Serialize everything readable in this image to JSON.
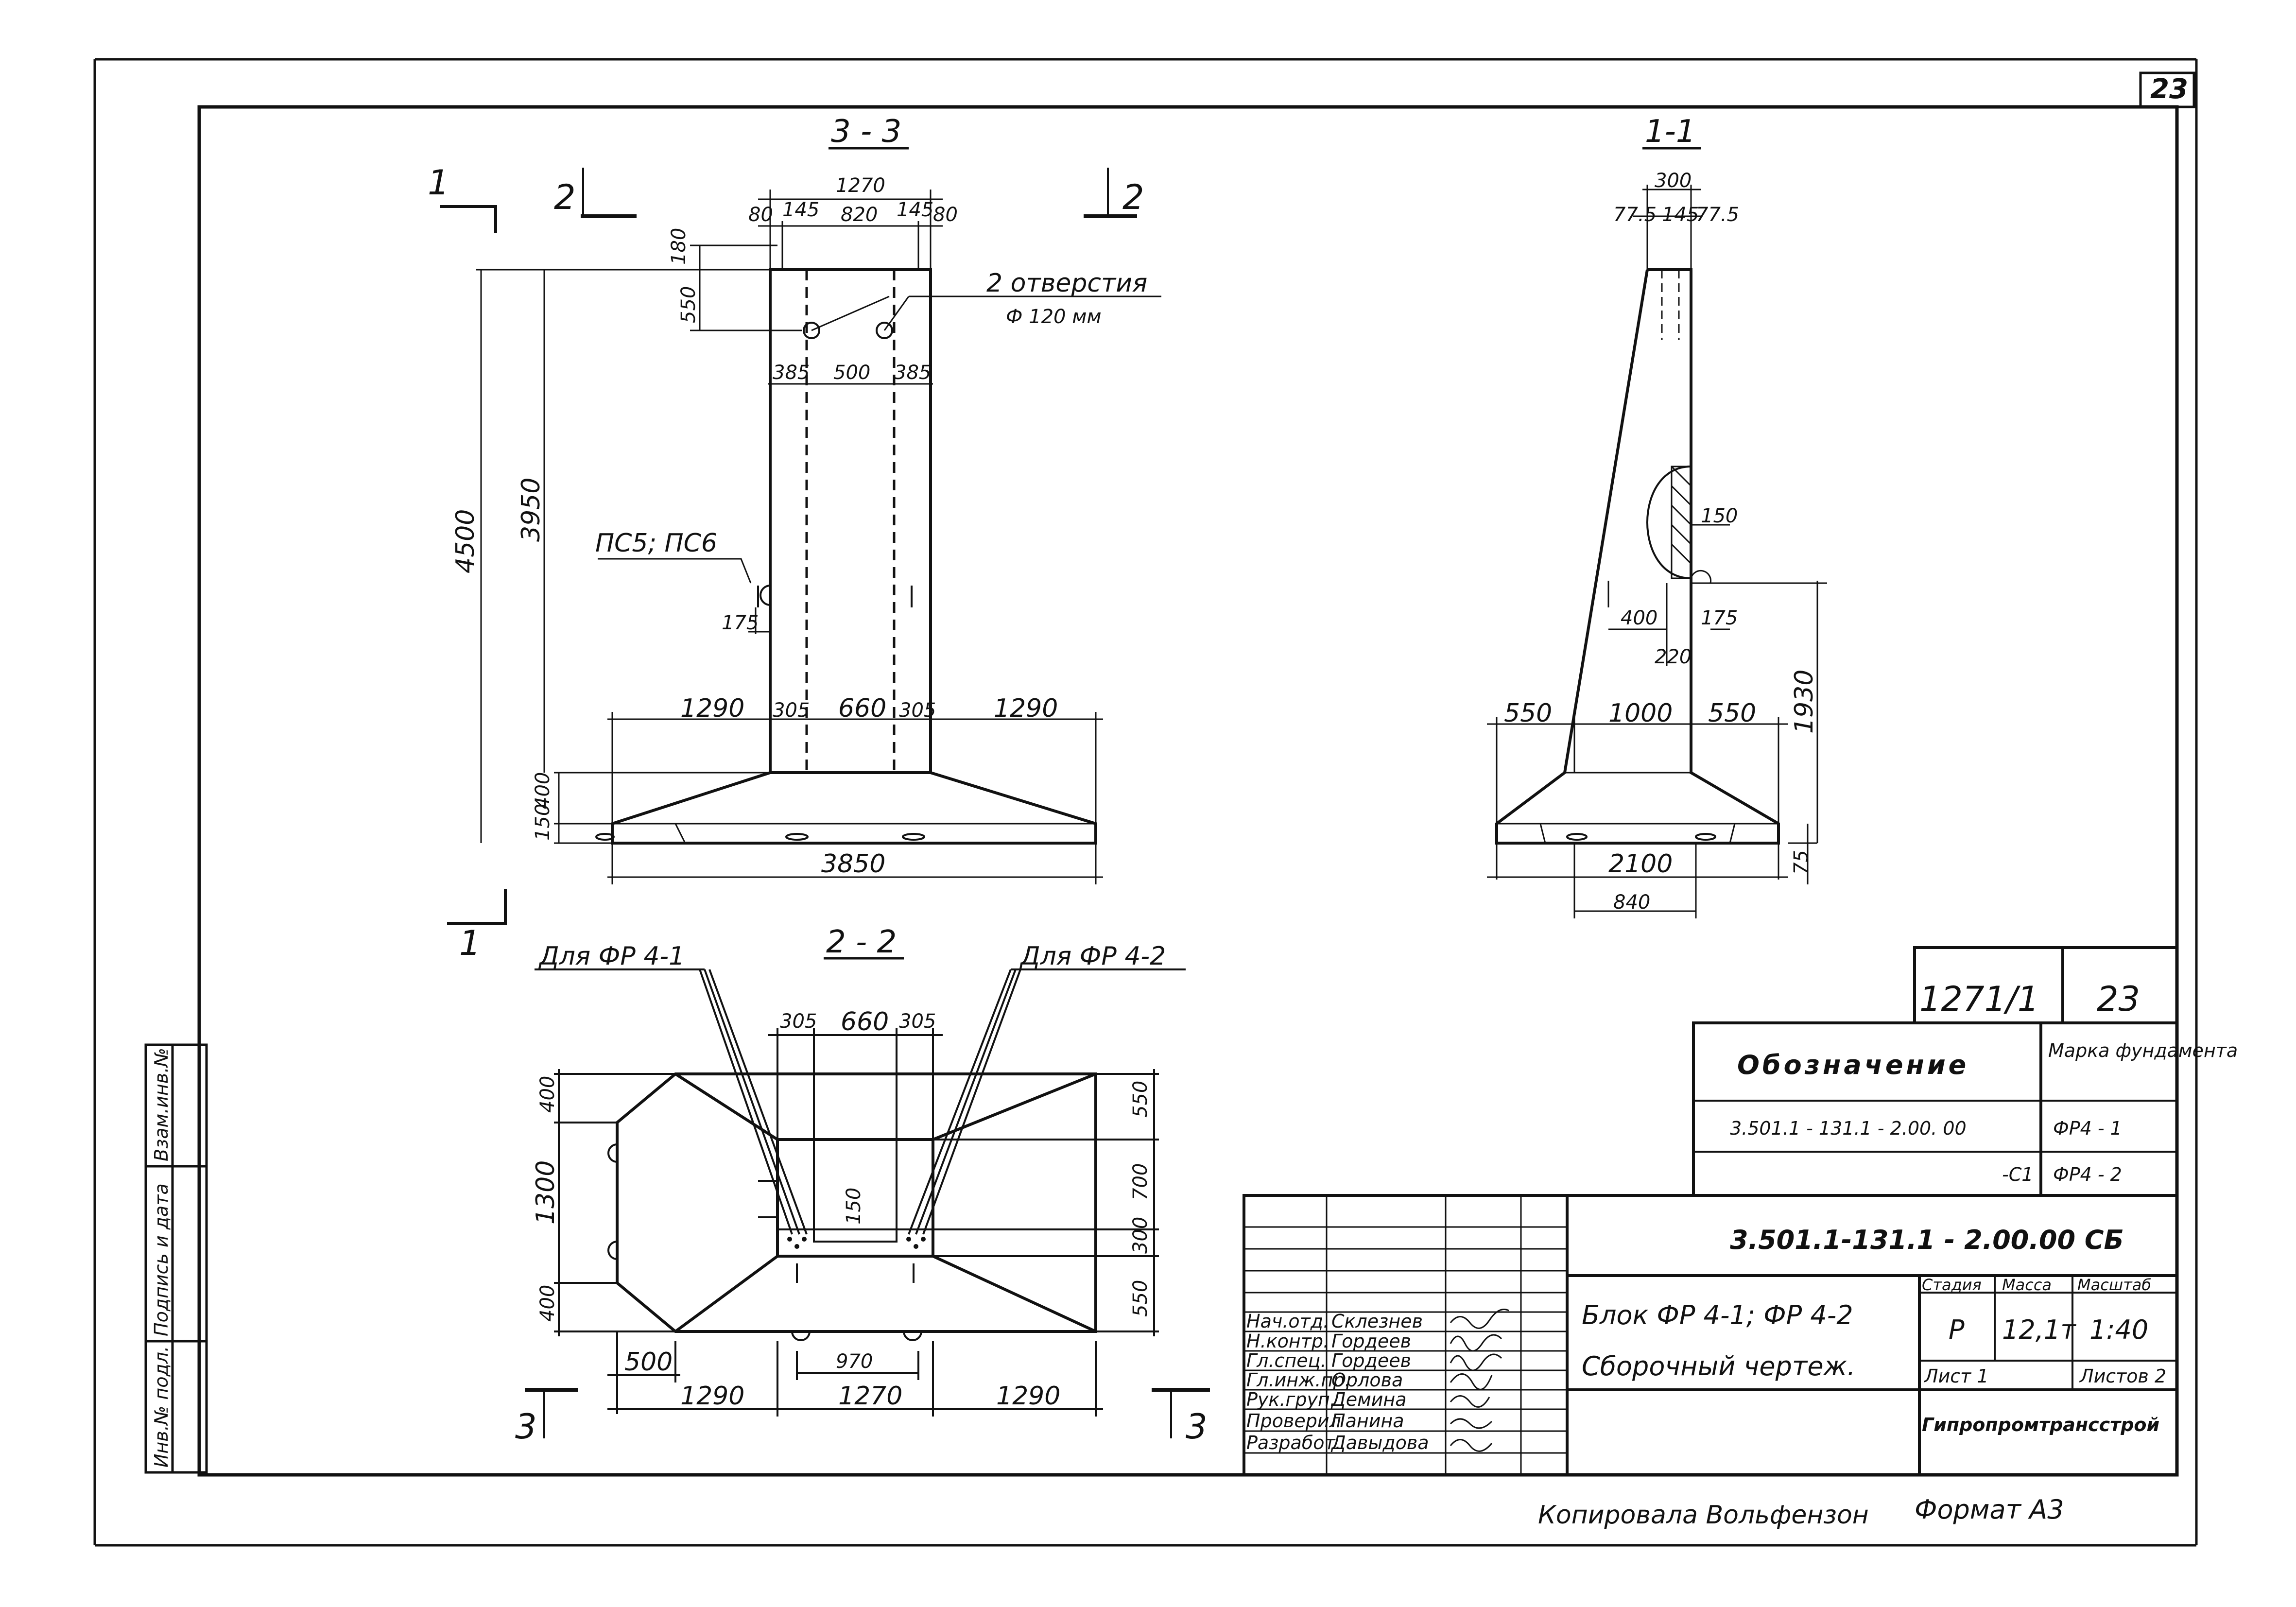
{
  "page": {
    "sheet_number": "23",
    "copied_by": "Копировала Вольфензон",
    "format": "Формат А3"
  },
  "sections": {
    "s33": {
      "title": "3 - 3",
      "cut_left": "1",
      "cut_right": "2",
      "cut_bottom": "1"
    },
    "s11": {
      "title": "1-1"
    },
    "s22": {
      "title": "2 - 2",
      "cut_left": "3",
      "cut_right": "3"
    }
  },
  "notes": {
    "holes": "2 отверстия",
    "holes_diam": "Ф 120 мм",
    "anchors": "ПС5; ПС6",
    "for_fr41": "Для ФР 4-1",
    "for_fr42": "Для ФР 4-2"
  },
  "dims_33": {
    "top_width": "1270",
    "w80a": "80",
    "w145a": "145",
    "w820": "820",
    "w145b": "145",
    "w80b": "80",
    "h180": "180",
    "h550": "550",
    "w385a": "385",
    "w500": "500",
    "w385b": "385",
    "h4500": "4500",
    "h3950": "3950",
    "h175": "175",
    "b1290a": "1290",
    "b305a": "305",
    "b660": "660",
    "b305b": "305",
    "b1290b": "1290",
    "h400": "400",
    "h150": "150",
    "base_width": "3850"
  },
  "dims_11": {
    "top300": "300",
    "w775a": "77.5",
    "w145": "145",
    "w775b": "77.5",
    "h150": "150",
    "w400": "400",
    "h175": "175",
    "h220": "220",
    "h1930": "1930",
    "b550a": "550",
    "b1000": "1000",
    "b550b": "550",
    "base2100": "2100",
    "w840": "840",
    "h75": "75"
  },
  "dims_22": {
    "w305a": "305",
    "w660": "660",
    "w305b": "305",
    "l400a": "400",
    "l1300": "1300",
    "l400b": "400",
    "r550a": "550",
    "r700": "700",
    "r300": "300",
    "r550b": "550",
    "c150": "150",
    "w970": "970",
    "w500": "500",
    "b1290a": "1290",
    "b1270": "1270",
    "b1290b": "1290"
  },
  "titleblock": {
    "doc_num": "1271/1",
    "sheet": "23",
    "designation_hdr": "Обозначение",
    "mark_hdr": "Марка фундамента",
    "des1": "3.501.1 - 131.1 - 2.00. 00",
    "mark1": "ФР4 - 1",
    "des2": "-С1",
    "mark2": "ФР4 - 2",
    "main_code": "3.501.1-131.1 - 2.00.00 СБ",
    "title1": "Блок   ФР 4-1; ФР 4-2",
    "title2": "Сборочный  чертеж.",
    "stage_hdr": "Стадия",
    "mass_hdr": "Масса",
    "scale_hdr": "Масштаб",
    "stage": "Р",
    "mass": "12,1т",
    "scale": "1:40",
    "sheet_lbl": "Лист  1",
    "sheets_lbl": "Листов 2",
    "org": "Гипропромтрансстрой",
    "roles": [
      "Нач.отд.",
      "Н.контр.",
      "Гл.спец.",
      "Гл.инж.пр.",
      "Рук.груп.",
      "Проверил",
      "Разработ."
    ],
    "names": [
      "Склезнев",
      "Гордеев",
      "Гордеев",
      "Орлова",
      "Демина",
      "Панина",
      "Давыдова"
    ]
  },
  "side_stamp": [
    "Инв.№ подл.",
    "Подпись и дата",
    "Взам.инв.№"
  ]
}
